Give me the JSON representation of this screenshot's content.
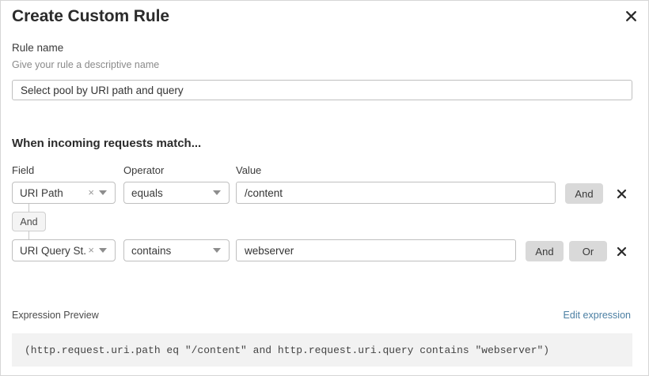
{
  "dialog": {
    "title": "Create Custom Rule",
    "close_icon": "close-icon"
  },
  "rule_name": {
    "label": "Rule name",
    "sublabel": "Give your rule a descriptive name",
    "value": "Select pool by URI path and query",
    "placeholder": "Select pool by URI path and query"
  },
  "match_section": {
    "heading": "When incoming requests match...",
    "columns": {
      "field": "Field",
      "operator": "Operator",
      "value": "Value"
    },
    "rows": [
      {
        "field": "URI Path",
        "clear_icon": "clear-icon",
        "caret_icon": "chevron-down-icon",
        "operator": "equals",
        "value": "/content",
        "buttons": [
          "And"
        ],
        "remove_icon": "close-icon"
      },
      {
        "field": "URI Query St...",
        "clear_icon": "clear-icon",
        "caret_icon": "chevron-down-icon",
        "operator": "contains",
        "value": "webserver",
        "buttons": [
          "And",
          "Or"
        ],
        "remove_icon": "close-icon"
      }
    ],
    "connector": "And"
  },
  "expression_preview": {
    "label": "Expression Preview",
    "edit_link": "Edit expression",
    "code": "(http.request.uri.path eq \"/content\" and http.request.uri.query contains \"webserver\")"
  },
  "colors": {
    "link": "#4b7fa3",
    "button_gray": "#d9d9d9",
    "code_bg": "#f2f2f2",
    "border": "#bfbfbf"
  }
}
